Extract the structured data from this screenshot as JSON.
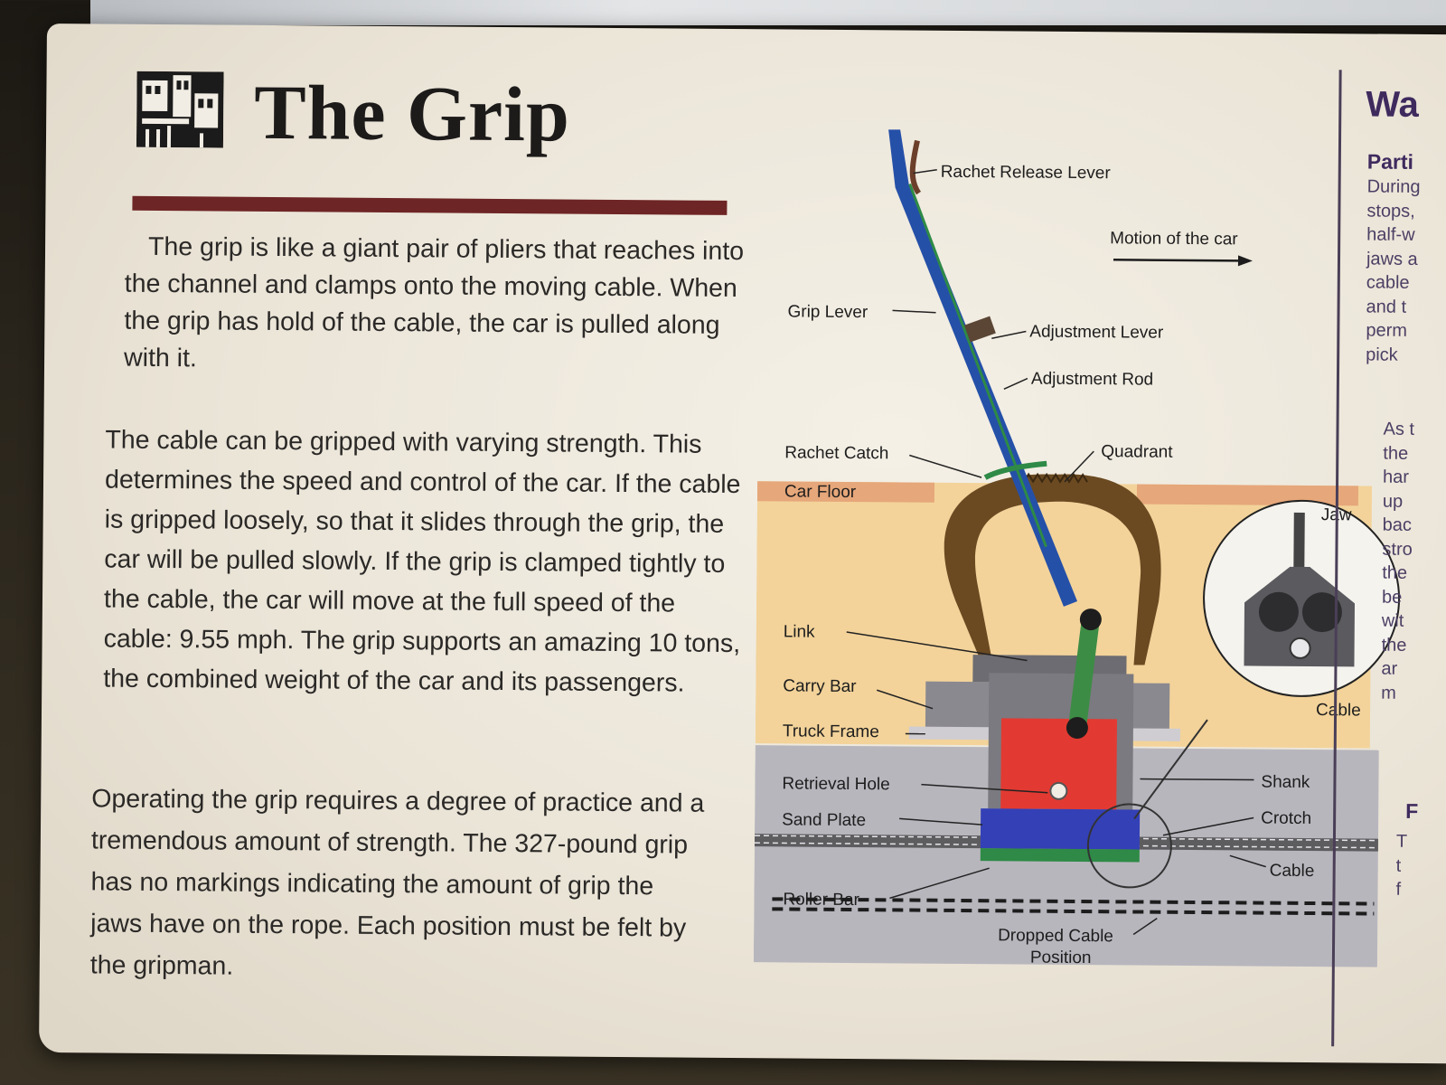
{
  "sign": {
    "title": "The Grip",
    "paragraph_1": "The grip is like a giant pair of pliers that reaches into the channel  and clamps onto the moving cable. When the grip has hold of the cable, the car is pulled along with it.",
    "paragraph_2": "The cable can be gripped with varying strength. This determines the speed and control of the car.  If the cable is gripped loosely, so that it slides through the grip, the car will be pulled slowly.  If the grip is clamped tightly to the cable, the car will move at the full speed of the cable: 9.55 mph.  The grip supports an amazing 10 tons, the combined weight of the car and its passengers.",
    "paragraph_3": "Operating the grip requires a degree of practice and a tremendous amount of strength.  The 327-pound grip has no markings indicating the amount of grip the jaws have on the rope.  Each position must be felt by the gripman."
  },
  "diagram": {
    "labels": {
      "rachet_release_lever": "Rachet Release Lever",
      "motion_of_car": "Motion of the car",
      "grip_lever": "Grip Lever",
      "adjustment_lever": "Adjustment Lever",
      "adjustment_rod": "Adjustment Rod",
      "rachet_catch": "Rachet Catch",
      "quadrant": "Quadrant",
      "car_floor": "Car Floor",
      "jaw": "Jaw",
      "link": "Link",
      "carry_bar": "Carry Bar",
      "truck_frame": "Truck Frame",
      "cable_inset": "Cable",
      "retrieval_hole": "Retrieval Hole",
      "shank": "Shank",
      "sand_plate": "Sand Plate",
      "crotch": "Crotch",
      "cable": "Cable",
      "roller_bar": "Roller Bar",
      "dropped_cable_1": "Dropped Cable",
      "dropped_cable_2": "Position"
    }
  },
  "adjacent_panel": {
    "heading": "Wa",
    "subheading": "Parti",
    "col1": [
      "During",
      "stops,",
      "half-w",
      "jaws a",
      "cable",
      "and t",
      "perm",
      "pick"
    ],
    "col2": [
      "As t",
      "the",
      "har",
      "up",
      "bac",
      "stro",
      "the",
      "be",
      "wit",
      "the",
      "ar",
      "m"
    ],
    "subheading2": "F",
    "col3": [
      "T",
      "t",
      "f"
    ]
  },
  "colors": {
    "title_rule": "#6e2525",
    "grip_lever": "#2550a8",
    "quadrant": "#6b4a22",
    "car_floor_band": "#f3d39a",
    "shank": "#e23a32",
    "sand_plate": "#3440b6",
    "roller_bar": "#2e8a46",
    "link": "#3d8c45",
    "panel_text": "#3f2a5e"
  }
}
